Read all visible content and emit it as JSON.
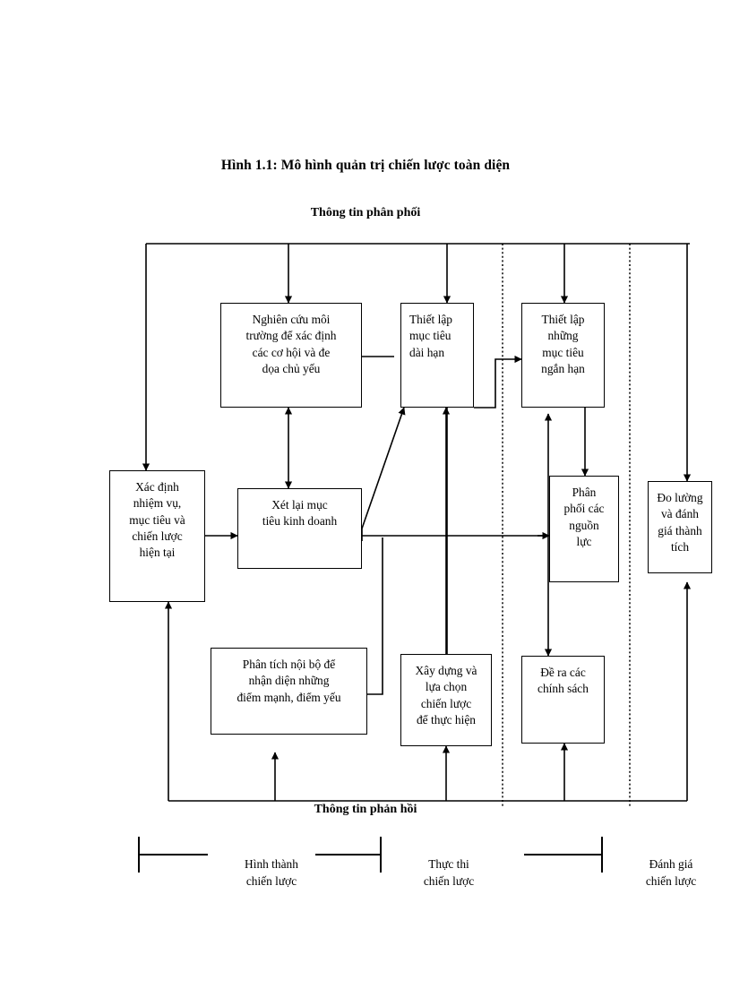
{
  "document": {
    "title": "Hình 1.1: Mô hình quản trị chiến lược toàn diện",
    "top_band_label": "Thông tin phân phối",
    "bottom_band_label": "Thông tin phản hồi"
  },
  "nodes": {
    "mission": "Xác định\nnhiệm vụ,\nmục tiêu và\nchiến lược\nhiện tại",
    "external_research": "Nghiên cứu môi\ntrường để xác định\ncác cơ hội và đe\ndọa chủ yếu",
    "long_term_objectives": "Thiết lập\nmục tiêu\ndài hạn",
    "short_term_objectives": "Thiết lập\nnhững\nmục tiêu\nngắn hạn",
    "review_business_goals": "Xét lại mục\ntiêu kinh doanh",
    "resource_allocation": "Phân\nphối các\nnguồn\nlực",
    "measure_evaluate": "Đo lường\nvà đánh\ngiá thành\ntích",
    "internal_analysis": "Phân tích nội bộ để\nnhận diện những\nđiểm mạnh, điểm yếu",
    "build_select_strategy": "Xây dựng và\nlựa chọn\nchiến lược\nđể thực hiện",
    "policies": "Đề ra các\nchính sách"
  },
  "legend": {
    "items": [
      {
        "label": "Hình thành\nchiến lược"
      },
      {
        "label": "Thực thi\nchiến lược"
      },
      {
        "label": "Đánh giá\nchiến lược"
      }
    ]
  },
  "colors": {
    "stroke": "#000000",
    "background": "#ffffff"
  }
}
